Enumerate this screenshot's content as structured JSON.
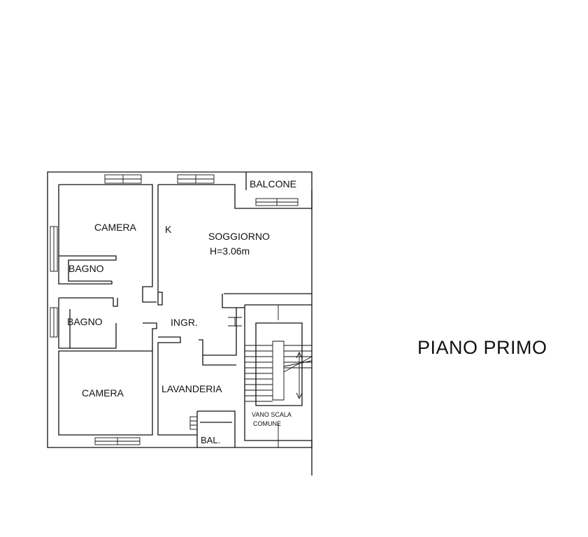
{
  "title": "PIANO PRIMO",
  "rooms": {
    "camera_top": "CAMERA",
    "bagno_top": "BAGNO",
    "bagno_bottom": "BAGNO",
    "camera_bottom": "CAMERA",
    "kitchen_mark": "K",
    "soggiorno": "SOGGIORNO",
    "soggiorno_height": "H=3.06m",
    "ingresso": "INGR.",
    "lavanderia": "LAVANDERIA",
    "balcone": "BALCONE",
    "bal": "BAL.",
    "vano_scala_1": "VANO SCALA",
    "vano_scala_2": "COMUNE"
  }
}
